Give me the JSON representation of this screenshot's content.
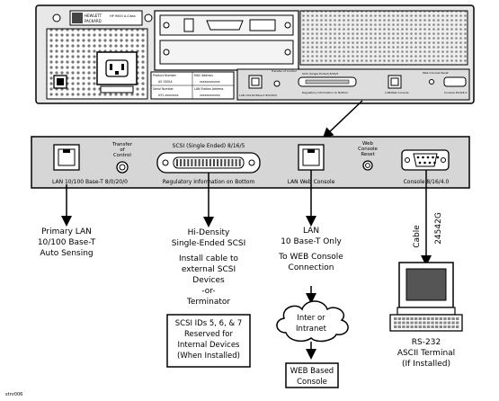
{
  "top_unit": {
    "brand_line1": "HEWLETT",
    "brand_line2": "PACKARD",
    "model_label": "HP 9000 A-Class",
    "product_number_label": "Product Number",
    "product_number_value": "A5 1500A",
    "serial_number_label": "Serial Number",
    "serial_number_value": "US1 xxxxxxxx",
    "mac_address_label": "MAC Address",
    "mac_address_value": "xxxxxxxxxxxx",
    "lan_station_label": "LAN Station Address",
    "lan_station_value": "xxxxxxxxxxxx",
    "mini_lan_label": "LAN 10/100 Base-T 8/0/20/0",
    "mini_transfer_label": "Transfer of Control",
    "mini_scsi_label": "SCSI (Single Ended) 8/16/5",
    "mini_regulatory": "Regulatory Information on Bottom",
    "mini_web_label": "Web Console Reset",
    "mini_lan_web": "LAN/Web Console",
    "mini_console": "Console 8/16/4.0"
  },
  "panel": {
    "lan_label": "LAN 10/100 Base-T 8/0/20/0",
    "transfer_label_1": "Transfer",
    "transfer_label_2": "of",
    "transfer_label_3": "Control",
    "scsi_label": "SCSI (Single Ended) 8/16/5",
    "regulatory": "Regulatory Information on Bottom",
    "web_reset_1": "Web",
    "web_reset_2": "Console",
    "web_reset_3": "Reset",
    "lan_web_console": "LAN Web Console",
    "console_label": "Console 8/16/4.0"
  },
  "callouts": {
    "primary_lan": [
      "Primary LAN",
      "10/100 Base-T",
      "Auto Sensing"
    ],
    "scsi": [
      "Hi-Density",
      "Single-Ended SCSI"
    ],
    "scsi_install": [
      "Install cable to",
      "external SCSI",
      "Devices",
      "-or-",
      "Terminator"
    ],
    "scsi_ids": [
      "SCSI IDs 5, 6, & 7",
      "Reserved for",
      "Internal Devices",
      "(When Installed)"
    ],
    "lan_web": [
      "LAN",
      "10 Base-T Only",
      "To WEB Console",
      "Connection"
    ],
    "cloud": [
      "Inter or",
      "Intranet"
    ],
    "web_console": [
      "WEB Based",
      "Console"
    ],
    "cable_1": "Cable",
    "cable_2": "24542G",
    "terminal": [
      "RS-232",
      "ASCII Terminal",
      "(If Installed)"
    ]
  },
  "figure_id": "stnr006"
}
